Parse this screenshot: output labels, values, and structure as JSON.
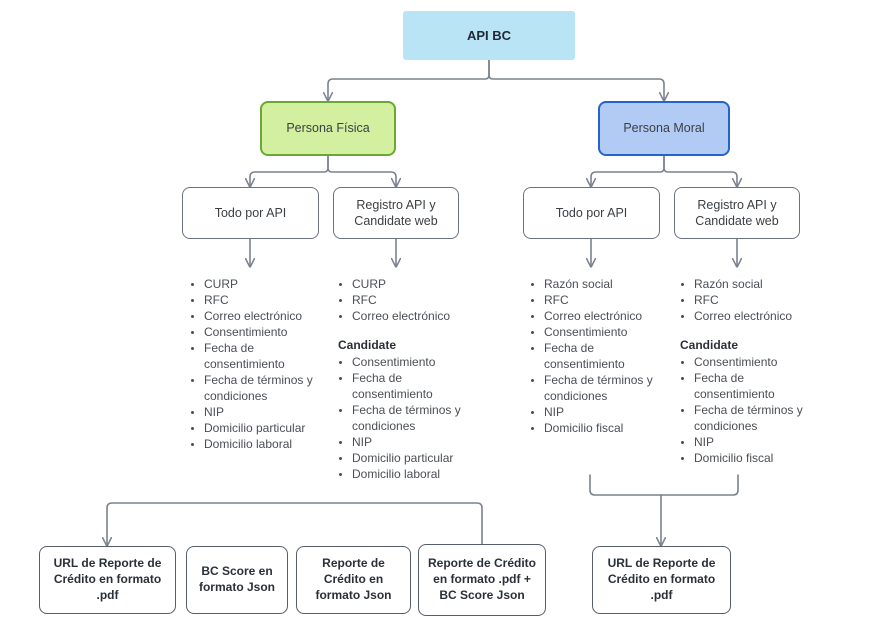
{
  "diagram": {
    "title": "API BC flujo Persona Fisica / Persona Moral",
    "colors": {
      "root_fill": "#b9e4f5",
      "green_fill": "#d3efa0",
      "green_border": "#6aa832",
      "blue_fill": "#b1cbf5",
      "blue_border": "#2563cf",
      "plain_border": "#6b7280",
      "connector": "#7a828e",
      "text": "#3c4043"
    }
  },
  "nodes": {
    "root": {
      "label": "API BC"
    },
    "persona_fisica": {
      "label": "Persona Física"
    },
    "persona_moral": {
      "label": "Persona Moral"
    },
    "pf_todo_api": {
      "label": "Todo por API"
    },
    "pf_registro_api": {
      "label": "Registro API y Candidate web"
    },
    "pm_todo_api": {
      "label": "Todo por API"
    },
    "pm_registro_api": {
      "label": "Registro API y Candidate web"
    }
  },
  "lists": {
    "pf_todo_api": {
      "items": [
        "CURP",
        "RFC",
        "Correo electrónico",
        "Consentimiento",
        "Fecha de consentimiento",
        "Fecha de términos y condiciones",
        "NIP",
        "Domicilio particular",
        "Domicilio laboral"
      ]
    },
    "pf_registro_api": {
      "items": [
        "CURP",
        "RFC",
        "Correo electrónico"
      ],
      "group_title": "Candidate",
      "group_items": [
        "Consentimiento",
        "Fecha de consentimiento",
        "Fecha de términos y condiciones",
        "NIP",
        "Domicilio particular",
        "Domicilio laboral"
      ]
    },
    "pm_todo_api": {
      "items": [
        "Razón social",
        "RFC",
        "Correo electrónico",
        "Consentimiento",
        "Fecha de consentimiento",
        "Fecha de términos y condiciones",
        "NIP",
        "Domicilio fiscal"
      ]
    },
    "pm_registro_api": {
      "items": [
        "Razón social",
        "RFC",
        "Correo electrónico"
      ],
      "group_title": "Candidate",
      "group_items": [
        "Consentimiento",
        "Fecha de consentimiento",
        "Fecha de términos y condiciones",
        "NIP",
        "Domicilio fiscal"
      ]
    }
  },
  "outputs": {
    "out_url_pdf": {
      "label": "URL de Reporte de Crédito en formato .pdf"
    },
    "out_bc_score_json": {
      "label": "BC Score en formato Json"
    },
    "out_reporte_json": {
      "label": "Reporte de Crédito en formato Json"
    },
    "out_reporte_pdf_score": {
      "label": "Reporte de Crédito en formato .pdf + BC Score Json"
    },
    "out_url_pdf_moral": {
      "label": "URL de Reporte de Crédito en formato .pdf"
    }
  }
}
